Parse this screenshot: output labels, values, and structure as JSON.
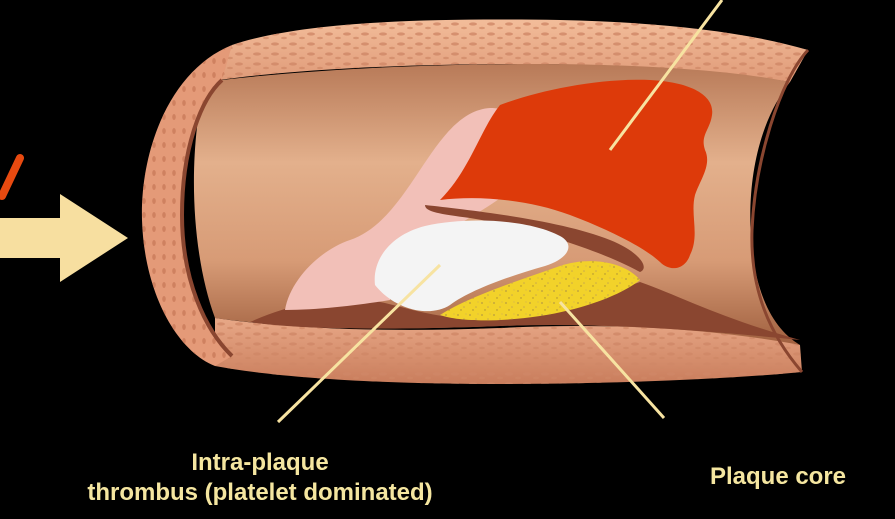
{
  "labels": {
    "intra_plaque_line1": "Intra-plaque",
    "intra_plaque_line2": "thrombus (platelet dominated)",
    "plaque_core": "Plaque core"
  },
  "colors": {
    "background": "#000000",
    "label_text": "#f5e6a0",
    "leader_line": "#f7e3a1",
    "arrow": "#f7dfa0",
    "arrow_accent": "#e84a10",
    "vessel_wall": "#e7a07f",
    "lumen": "#d9a07c",
    "luminal_thrombus": "#dd3a0a",
    "pale_thrombus": "#f2c0b8",
    "intra_plaque_thrombus": "#f4f4f4",
    "plaque_core": "#f2d22a",
    "intima": "#8a4630"
  }
}
